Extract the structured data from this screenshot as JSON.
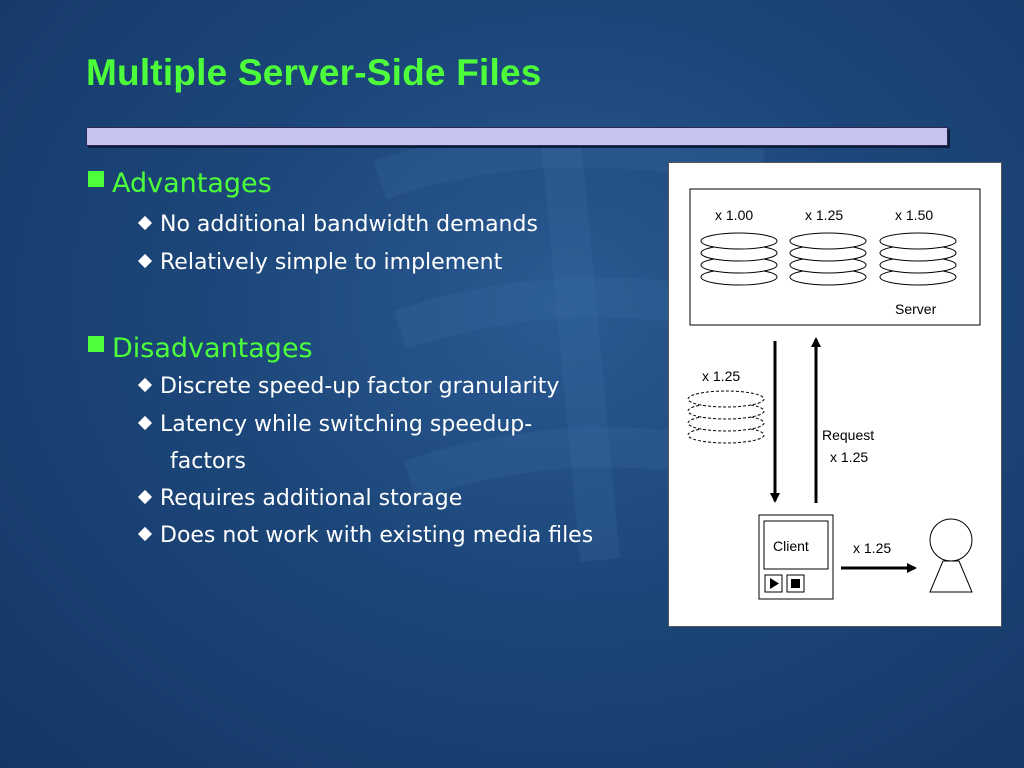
{
  "slide": {
    "title": "Multiple Server-Side Files",
    "sections": [
      {
        "heading": "Advantages",
        "items": [
          "No additional bandwidth demands",
          "Relatively simple to implement"
        ]
      },
      {
        "heading": "Disadvantages",
        "items": [
          "Discrete speed-up factor granularity",
          "Latency while switching speedup-",
          "factors",
          "Requires additional storage",
          "Does not work with existing media files"
        ]
      }
    ]
  },
  "diagram": {
    "server_label": "Server",
    "files": [
      "x 1.00",
      "x 1.25",
      "x 1.50"
    ],
    "stream_label": "x 1.25",
    "request_label": "Request",
    "request_factor": "x 1.25",
    "client_label": "Client",
    "output_label": "x 1.25"
  },
  "colors": {
    "title": "#4dff3a",
    "text": "#ffffff",
    "background": "#1c4679"
  }
}
